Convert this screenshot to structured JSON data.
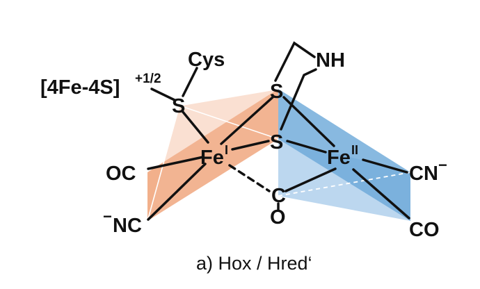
{
  "colors": {
    "fe1_polyhedron": "#f0a77f",
    "fe2_polyhedron": "#6aa8d8",
    "bond": "#111111"
  },
  "labels": {
    "cluster_main": "[4Fe-4S]",
    "cluster_charge": "+1/2",
    "cys": "Cys",
    "s_cys": "S",
    "s_top": "S",
    "s_mid": "S",
    "nh": "NH",
    "fe1_main": "Fe",
    "fe1_ox": "I",
    "fe2_main": "Fe",
    "fe2_ox": "II",
    "oc_left": "OC",
    "nc_left_minus": "−",
    "nc_left": "NC",
    "cn_right": "CN",
    "cn_right_minus": "−",
    "co_right": "CO",
    "bridge_c": "C",
    "bridge_o": "O"
  },
  "caption": "a) Hox / Hred‘"
}
